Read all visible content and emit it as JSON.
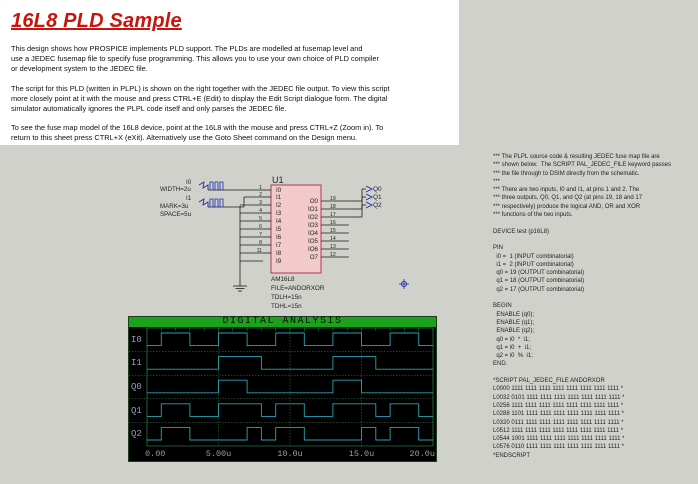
{
  "intro": {
    "title": "16L8 PLD Sample",
    "para1": "This design shows how PROSPICE implements PLD support. The PLDs are modelled at fusemap level and\nuse a JEDEC fusemap file to specify fuse programming. This allows you to use your own choice of PLD compiler\nor development system to the JEDEC file.",
    "para2": "The script for this PLD (written in PLPL) is shown on the right together with the JEDEC file output. To view this script\nmore closely point at it with the mouse and press CTRL+E (Edit) to display the Edit Script dialogue form. The digital\nsimulator automatically ignores the PLPL code itself and only parses the JEDEC file.",
    "para3": "To see the fuse map model of the 16L8 device, point at the 16L8 with the mouse and press CTRL+Z (Zoom in). To\nreturn to this sheet press CTRL+X (eXit). Alternatively use the Goto Sheet command on the Design menu."
  },
  "script_text": "*** The PLPL source code & resulting JEDEC fuse map file are\n*** shown below.  The SCRIPT PAL_JEDEC_FILE keyword passes\n*** the file through to DSIM directly from the schematic.\n***\n*** There are two inputs, I0 and I1, at pins 1 and 2. The\n*** three outputs, Q0, Q1, and Q2 (at pins 19, 18 and 17\n*** respectively) produce the logical AND, OR and XOR\n*** functions of the two inputs.\n\nDEVICE test (p16L8)\n\nPIN\n  i0 =  1 (INPUT combinatorial)\n  i1 =  2 (INPUT combinatorial)\n  q0 = 19 (OUTPUT combinatorial)\n  q1 = 18 (OUTPUT combinatorial)\n  q2 = 17 (OUTPUT combinatorial)\n\nBEGIN\n  ENABLE (q0);\n  ENABLE (q1);\n  ENABLE (q2);\n  q0 = i0  *  i1;\n  q1 = i0  +  i1;\n  q2 = i0  %  i1;\nEND.\n\n*SCRIPT PAL_JEDEC_FILE ANDORXOR\nL0000 1111 1111 1111 1111 1111 1111 1111 1111 *\nL0032 0101 1111 1111 1111 1111 1111 1111 1111 *\nL0256 1111 1111 1111 1111 1111 1111 1111 1111 *\nL0288 1101 1111 1111 1111 1111 1111 1111 1111 *\nL0320 0111 1111 1111 1111 1111 1111 1111 1111 *\nL0512 1111 1111 1111 1111 1111 1111 1111 1111 *\nL0544 1001 1111 1111 1111 1111 1111 1111 1111 *\nL0576 0110 1111 1111 1111 1111 1111 1111 1111 *\n*ENDSCRIPT",
  "schematic": {
    "ref": "U1",
    "gen_i0": {
      "name": "I0",
      "param": "WIDTH=2u"
    },
    "gen_i1": {
      "name": "I1",
      "param_line1": "MARK=3u",
      "param_line2": "SPACE=5u"
    },
    "left_pins": [
      {
        "num": "1",
        "name": "I0"
      },
      {
        "num": "2",
        "name": "I1"
      },
      {
        "num": "3",
        "name": "I2"
      },
      {
        "num": "4",
        "name": "I3"
      },
      {
        "num": "5",
        "name": "I4"
      },
      {
        "num": "6",
        "name": "I5"
      },
      {
        "num": "7",
        "name": "I6"
      },
      {
        "num": "8",
        "name": "I7"
      },
      {
        "num": "11",
        "name": "I8"
      },
      {
        "num": "",
        "name": "I9"
      }
    ],
    "right_pins": [
      {
        "num": "19",
        "name": "O0"
      },
      {
        "num": "18",
        "name": "IO1"
      },
      {
        "num": "17",
        "name": "IO2"
      },
      {
        "num": "16",
        "name": "IO3"
      },
      {
        "num": "15",
        "name": "IO4"
      },
      {
        "num": "14",
        "name": "IO5"
      },
      {
        "num": "13",
        "name": "IO6"
      },
      {
        "num": "12",
        "name": "O7"
      }
    ],
    "outputs": [
      "Q0",
      "Q1",
      "Q2"
    ],
    "device_props": [
      "AM16L8",
      "FILE=ANDORXOR",
      "TDLH=15n",
      "TDHL=15n"
    ]
  },
  "analysis": {
    "title": "DIGITAL ANALYSIS",
    "x_ticks": [
      "0.00",
      "5.00u",
      "10.0u",
      "15.0u",
      "20.0u"
    ],
    "x_range": [
      0,
      20
    ],
    "traces": [
      {
        "name": "I0",
        "color": "#27a4b6",
        "segments": [
          [
            0,
            1,
            0
          ],
          [
            1,
            3,
            1
          ],
          [
            3,
            5,
            0
          ],
          [
            5,
            7,
            1
          ],
          [
            7,
            9,
            0
          ],
          [
            9,
            11,
            1
          ],
          [
            11,
            13,
            0
          ],
          [
            13,
            15,
            1
          ],
          [
            15,
            17,
            0
          ],
          [
            17,
            19,
            1
          ],
          [
            19,
            20,
            0
          ]
        ]
      },
      {
        "name": "I1",
        "color": "#27a4b6",
        "segments": [
          [
            0,
            5,
            0
          ],
          [
            5,
            8,
            1
          ],
          [
            8,
            13,
            0
          ],
          [
            13,
            16,
            1
          ],
          [
            16,
            20,
            0
          ]
        ]
      },
      {
        "name": "Q0",
        "color": "#27a4b6",
        "segments": [
          [
            0,
            5,
            0
          ],
          [
            5,
            7,
            1
          ],
          [
            7,
            13,
            0
          ],
          [
            13,
            15,
            1
          ],
          [
            15,
            20,
            0
          ]
        ]
      },
      {
        "name": "Q1",
        "color": "#27a4b6",
        "segments": [
          [
            0,
            1,
            0
          ],
          [
            1,
            3,
            1
          ],
          [
            3,
            5,
            0
          ],
          [
            5,
            8,
            1
          ],
          [
            8,
            9,
            0
          ],
          [
            9,
            11,
            1
          ],
          [
            11,
            13,
            0
          ],
          [
            13,
            16,
            1
          ],
          [
            16,
            17,
            0
          ],
          [
            17,
            19,
            1
          ],
          [
            19,
            20,
            0
          ]
        ]
      },
      {
        "name": "Q2",
        "color": "#27a4b6",
        "segments": [
          [
            0,
            1,
            0
          ],
          [
            1,
            3,
            1
          ],
          [
            3,
            5,
            0
          ],
          [
            5,
            7,
            0
          ],
          [
            7,
            8,
            1
          ],
          [
            8,
            9,
            0
          ],
          [
            9,
            11,
            1
          ],
          [
            11,
            13,
            0
          ],
          [
            13,
            15,
            0
          ],
          [
            15,
            16,
            1
          ],
          [
            16,
            17,
            0
          ],
          [
            17,
            19,
            1
          ],
          [
            19,
            20,
            0
          ]
        ]
      }
    ]
  },
  "colors": {
    "background": "#d1d1cc",
    "title_red": "#c8140c",
    "wire_dark": "#1a1a1a",
    "chip_fill": "#f2caca",
    "chip_border": "#a8284a",
    "generator_blue": "#1a2aa8",
    "trace_color": "#27a4b6",
    "grid_color": "#2e8b57",
    "analysis_header": "#1ca11c"
  }
}
